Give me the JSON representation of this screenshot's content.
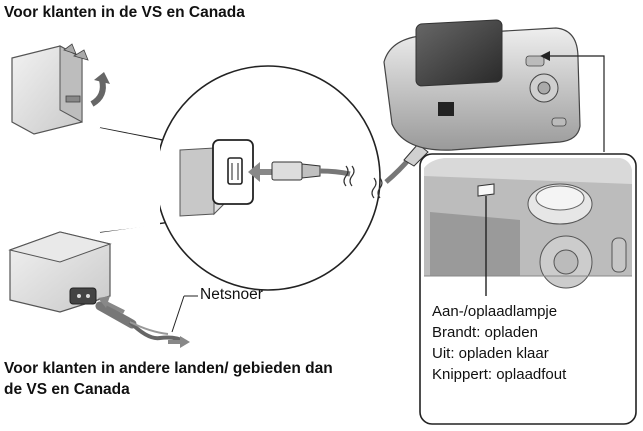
{
  "labels": {
    "us_canada_title": "Voor klanten in de VS en Canada",
    "other_regions_title": "Voor klanten in andere landen/ gebieden dan de VS en Canada",
    "power_cord": "Netsnoer",
    "lamp_title": "Aan-/oplaadlampje",
    "lamp_charging": "Brandt: opladen",
    "lamp_done": "Uit: opladen klaar",
    "lamp_error": "Knippert: oplaadfout"
  }
}
